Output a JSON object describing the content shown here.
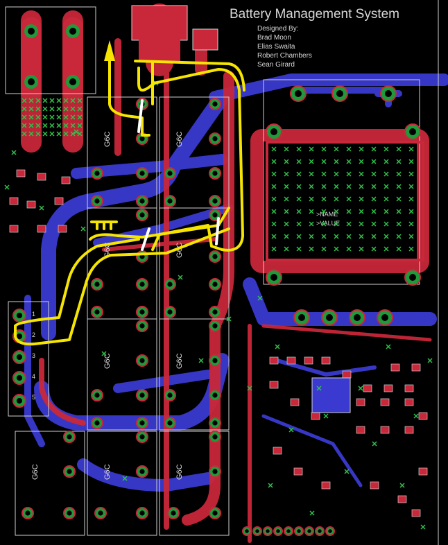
{
  "title": "Battery Management System",
  "designed_by_label": "Designed By:",
  "designers": [
    "Brad Moon",
    "Elias Swaita",
    "Robert Chambers",
    "Sean Girard"
  ],
  "relay_label": "G6C",
  "inductor_name": ">NAME",
  "inductor_value": ">VALUE",
  "connector_pins": [
    "1",
    "2",
    "3",
    "4",
    "5"
  ],
  "colors": {
    "background": "#000000",
    "top_copper": "#c8283a",
    "bottom_copper": "#3a3ad0",
    "pad": "#1f9a3a",
    "via": "#2fc24a",
    "silkscreen": "#d8d8d8",
    "annotation": "#f5e500"
  }
}
